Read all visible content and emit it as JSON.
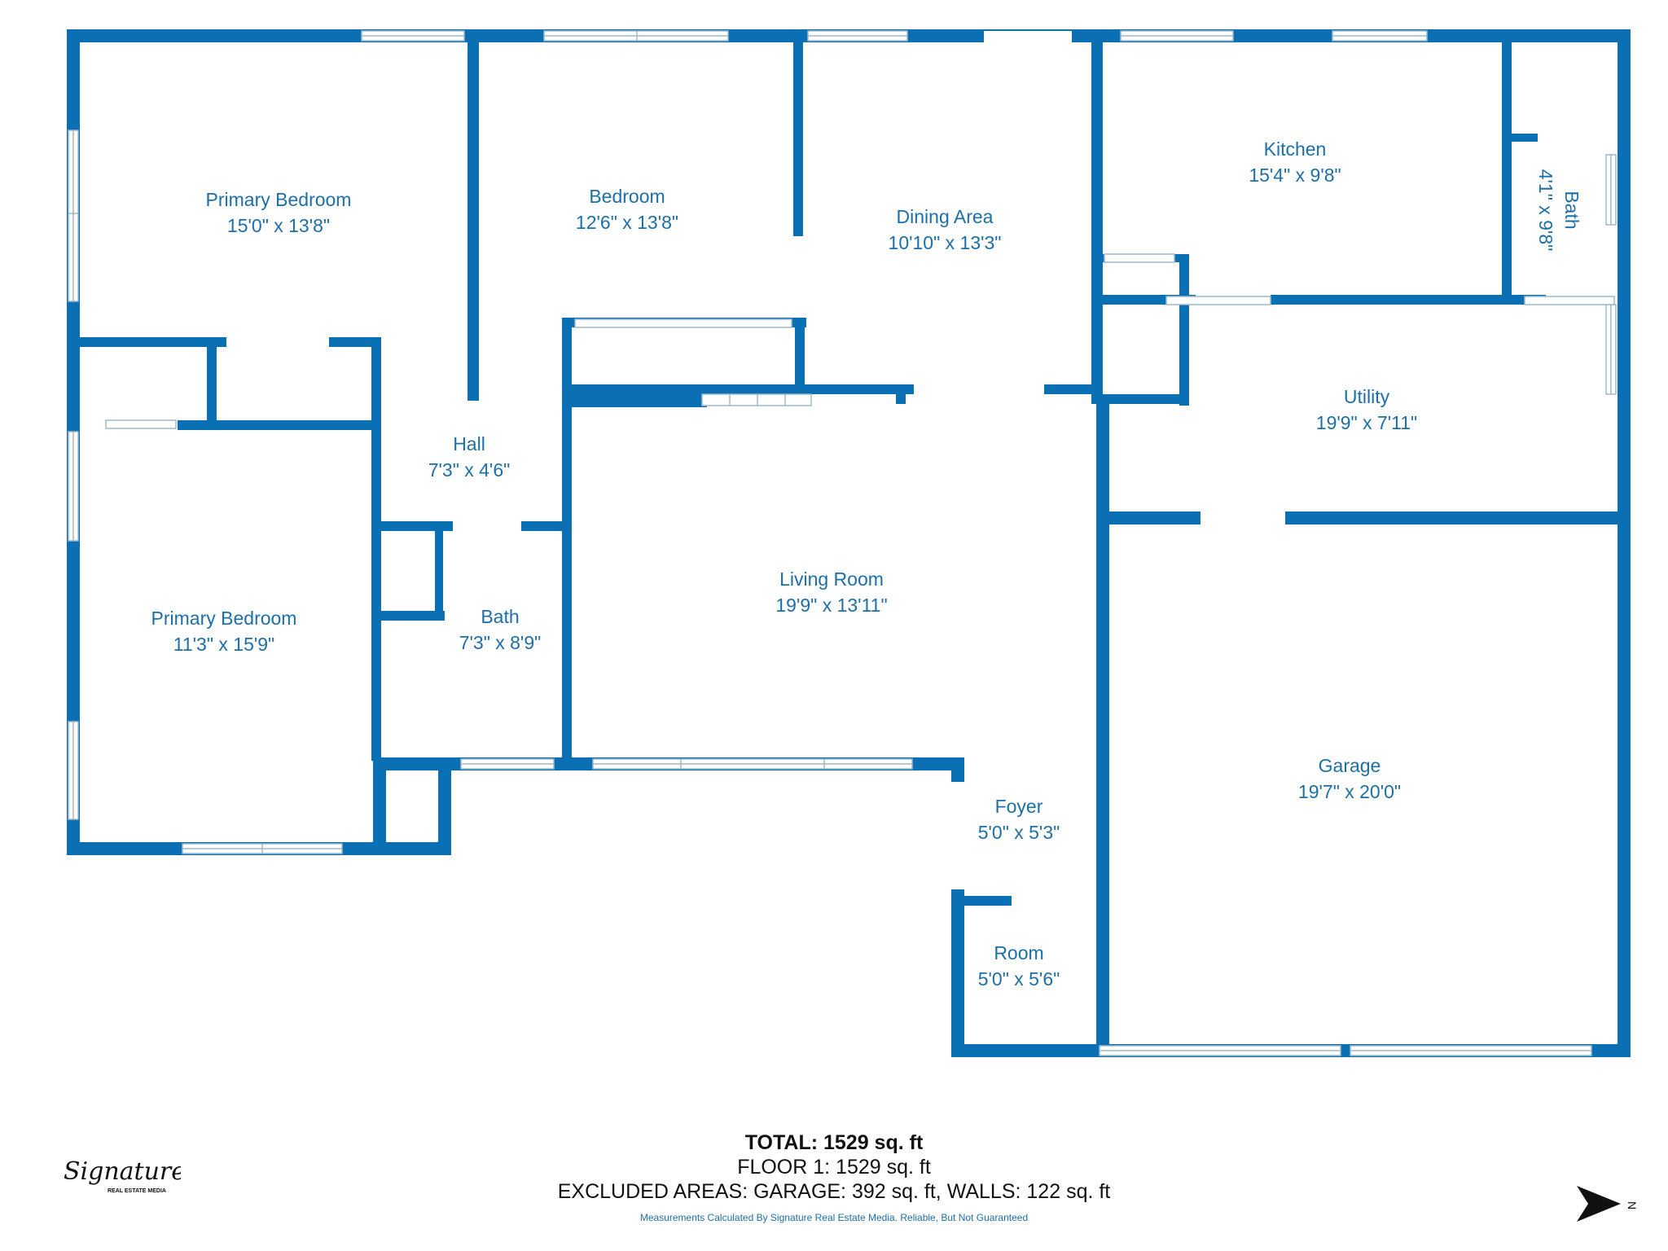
{
  "rooms": [
    {
      "name": "Primary Bedroom",
      "dims": "15'0\" x 13'8\""
    },
    {
      "name": "Bedroom",
      "dims": "12'6\" x 13'8\""
    },
    {
      "name": "Dining Area",
      "dims": "10'10\" x 13'3\""
    },
    {
      "name": "Kitchen",
      "dims": "15'4\" x 9'8\""
    },
    {
      "name": "Bath",
      "dims": "4'1\" x 9'8\""
    },
    {
      "name": "Hall",
      "dims": "7'3\" x 4'6\""
    },
    {
      "name": "Utility",
      "dims": "19'9\" x 7'11\""
    },
    {
      "name": "Primary Bedroom",
      "dims": "11'3\" x 15'9\""
    },
    {
      "name": "Bath",
      "dims": "7'3\" x 8'9\""
    },
    {
      "name": "Living Room",
      "dims": "19'9\" x 13'11\""
    },
    {
      "name": "Garage",
      "dims": "19'7\" x 20'0\""
    },
    {
      "name": "Foyer",
      "dims": "5'0\" x 5'3\""
    },
    {
      "name": "Room",
      "dims": "5'0\" x 5'6\""
    }
  ],
  "footer": {
    "total": "TOTAL: 1529 sq. ft",
    "floor": "FLOOR 1: 1529 sq. ft",
    "excluded": "EXCLUDED AREAS: GARAGE: 392 sq. ft, WALLS: 122 sq. ft",
    "disclaimer": "Measurements Calculated By Signature Real Estate Media. Reliable, But Not Guaranteed"
  },
  "logo": {
    "script": "Signature",
    "sub": "REAL ESTATE MEDIA"
  },
  "compass": {
    "label": "N",
    "icon": "north-arrow-icon"
  },
  "colors": {
    "wall": "#0b6fb3",
    "label": "#1d6fa8"
  }
}
